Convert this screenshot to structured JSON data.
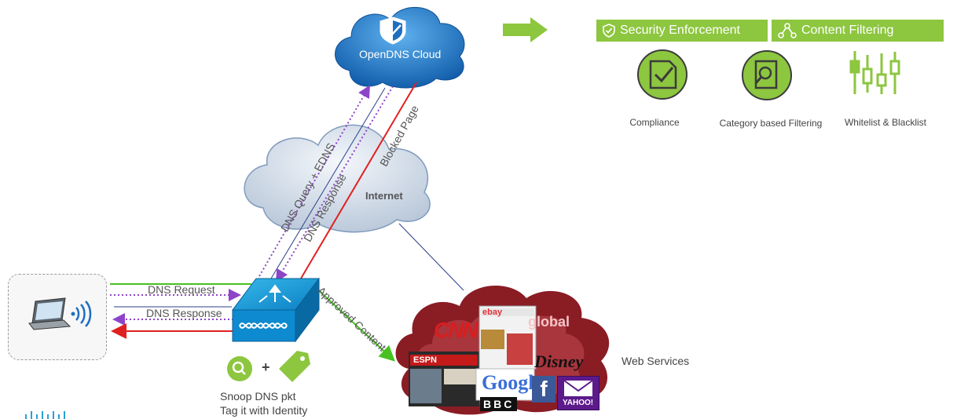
{
  "clouds": {
    "opendns": "OpenDNS Cloud",
    "internet": "Internet",
    "web_services": "Web Services"
  },
  "flows": {
    "dns_request": "DNS Request",
    "dns_response": "DNS Response",
    "dns_query_edns": "DNS Query + EDNS",
    "dns_response_diag": "DNS Response",
    "blocked_page": "Blocked Page",
    "approved_content": "Approved Content"
  },
  "device": {
    "snoop_line1": "Snoop DNS pkt",
    "snoop_line2": "Tag it with Identity"
  },
  "features": {
    "security_enforcement": "Security Enforcement",
    "content_filtering": "Content Filtering",
    "compliance": "Compliance",
    "category_filtering": "Category based Filtering",
    "whitelist_blacklist": "Whitelist & Blacklist"
  },
  "web_logos": {
    "cnn": "CNN",
    "disney": "Disney",
    "google": "Google",
    "bbc": "BBC",
    "facebook": "f",
    "yahoo": "YAHOO!",
    "espn": "ESPN",
    "ebay": "ebay",
    "global": "global"
  },
  "colors": {
    "green": "#8dc63f",
    "red": "#e02020",
    "purple": "#8e44c9",
    "navy": "#2b3f8c",
    "cloud_blue": "#1e6fc0"
  }
}
